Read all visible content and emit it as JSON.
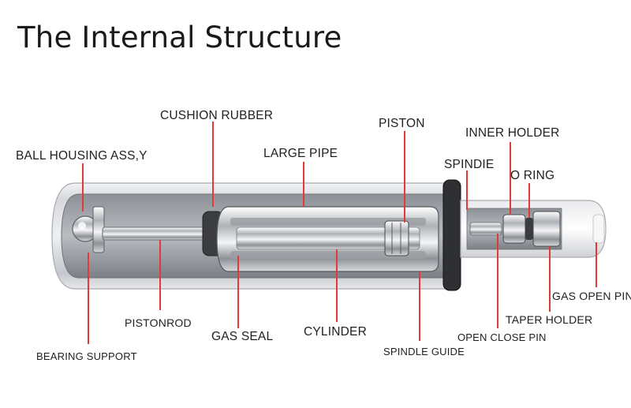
{
  "title": "The Internal Structure",
  "colors": {
    "leader": "#e03b3b",
    "text": "#1f1f1f",
    "metal": "#c9ccd2"
  },
  "labels": {
    "cushion_rubber": "CUSHION RUBBER",
    "piston": "PISTON",
    "inner_holder": "INNER HOLDER",
    "ball_housing": "BALL HOUSING ASS,Y",
    "large_pipe": "LARGE  PIPE",
    "spindie": "SPINDIE",
    "o_ring": "O RING",
    "gas_open_pin": "GAS OPEN PIN",
    "pistonrod": "PISTONROD",
    "taper_holder": "TAPER HOLDER",
    "gas_seal": "GAS SEAL",
    "cylinder": "CYLINDER",
    "open_close_pin": "OPEN CLOSE PIN",
    "bearing_support": "BEARING SUPPORT",
    "spindle_guide": "SPINDLE GUIDE"
  }
}
